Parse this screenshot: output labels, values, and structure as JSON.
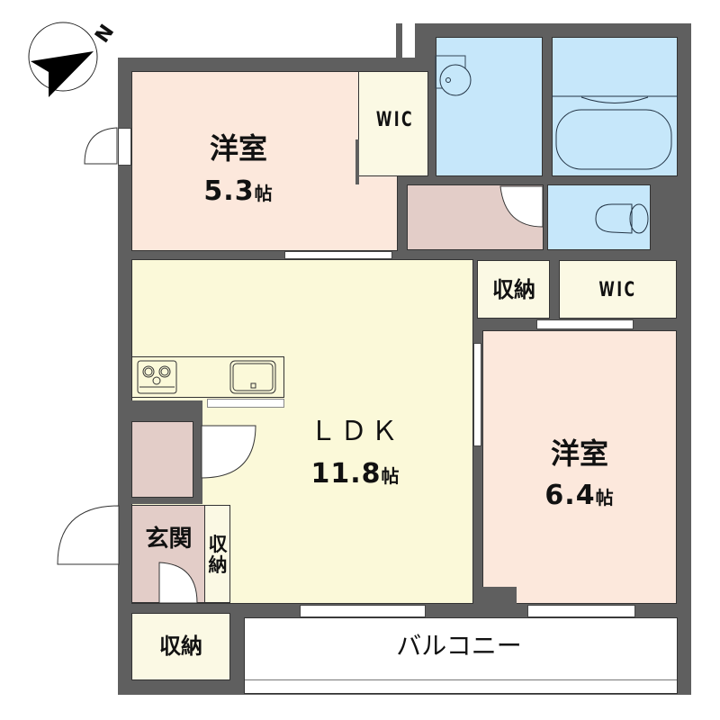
{
  "compass": {
    "north_label": "N",
    "icon": "north-arrow-icon"
  },
  "rooms": {
    "bedroom1": {
      "name": "洋室",
      "area": "5.3",
      "unit": "帖"
    },
    "bedroom2": {
      "name": "洋室",
      "area": "6.4",
      "unit": "帖"
    },
    "ldk": {
      "name": "ＬＤＫ",
      "area": "11.8",
      "unit": "帖"
    },
    "wic1": {
      "name": "WIC"
    },
    "wic2": {
      "name": "WIC"
    },
    "storage1": {
      "name": "収納"
    },
    "storage2": {
      "name": "収納"
    },
    "storage3": {
      "name": "収納"
    },
    "entrance": {
      "name": "玄関"
    },
    "balcony": {
      "name": "バルコニー"
    }
  },
  "fixtures": {
    "washbasin": "washbasin-icon",
    "bathtub": "bathtub-icon",
    "toilet": "toilet-icon",
    "stove": "stove-icon",
    "sink": "kitchen-sink-icon"
  },
  "colors": {
    "wall": "#5f5f5f",
    "western_room": "#fce8dc",
    "ldk": "#fbf9d9",
    "wet_area": "#c6e7fa",
    "hall": "#e3cdc8",
    "storage": "#fbf9e4"
  }
}
